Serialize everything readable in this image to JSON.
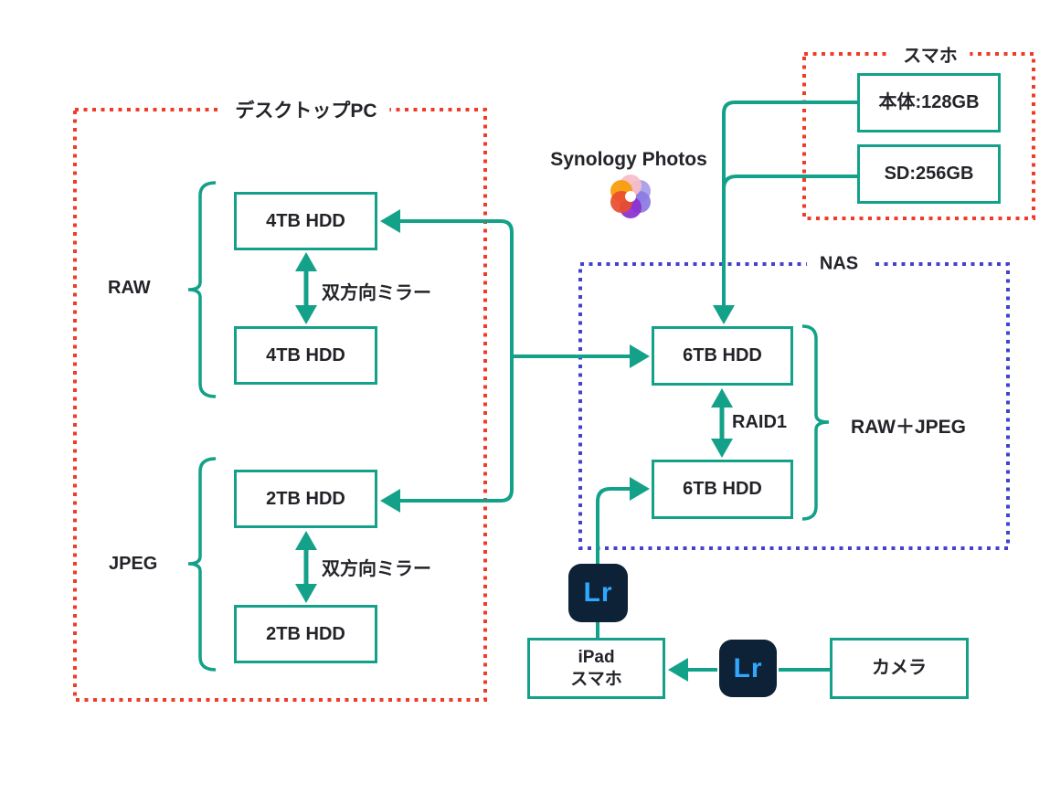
{
  "colors": {
    "connector_teal": "#14a189",
    "desktop_pc_border_red": "#f03b28",
    "smartphone_border_red": "#f03b28",
    "nas_border_blue": "#4242cd",
    "text": "#232329",
    "lightroom_bg": "#0d2236",
    "lightroom_blue": "#31a8ff"
  },
  "desktop_pc": {
    "title": "デスクトップPC",
    "raw_group": {
      "label": "RAW",
      "disk1": "4TB HDD",
      "disk2": "4TB HDD",
      "mirror_label": "双方向ミラー"
    },
    "jpeg_group": {
      "label": "JPEG",
      "disk1": "2TB HDD",
      "disk2": "2TB HDD",
      "mirror_label": "双方向ミラー"
    }
  },
  "smartphone": {
    "title": "スマホ",
    "internal_storage": "本体:128GB",
    "sd_card": "SD:256GB"
  },
  "synology_photos": {
    "label": "Synology Photos"
  },
  "nas": {
    "title": "NAS",
    "disk1": "6TB HDD",
    "disk2": "6TB HDD",
    "raid_label": "RAID1",
    "content_label": "RAW＋JPEG"
  },
  "lightroom": {
    "label": "Lr"
  },
  "mobile_viewer": {
    "line1": "iPad",
    "line2": "スマホ"
  },
  "camera": {
    "label": "カメラ"
  }
}
